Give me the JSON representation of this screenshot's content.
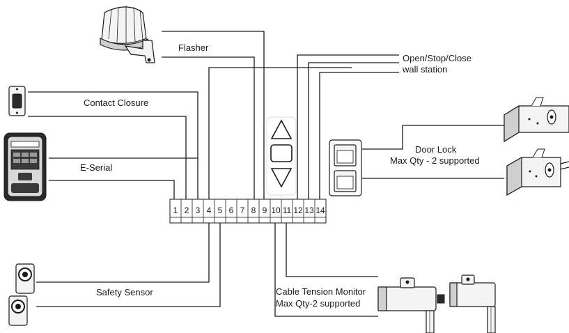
{
  "labels": {
    "flasher": "Flasher",
    "contact_closure": "Contact Closure",
    "e_serial": "E-Serial",
    "safety_sensor": "Safety Sensor",
    "wall_station_line1": "Open/Stop/Close",
    "wall_station_line2": "wall station",
    "door_lock_line1": "Door Lock",
    "door_lock_line2": "Max Qty - 2 supported",
    "cable_tension_line1": "Cable Tension Monitor",
    "cable_tension_line2": "Max Qty-2 supported"
  },
  "terminals": [
    "1",
    "2",
    "3",
    "4",
    "5",
    "6",
    "7",
    "8",
    "9",
    "10",
    "11",
    "12",
    "13",
    "14"
  ],
  "icons": {
    "flasher": "flasher-light-icon",
    "contact_closure": "push-button-icon",
    "e_serial": "keypad-controller-icon",
    "safety_sensor": "photo-eye-sensor-icon",
    "wall_station": "up-stop-down-station-icon",
    "door_lock": "door-lock-icon",
    "cable_tension": "cable-tension-monitor-icon"
  }
}
